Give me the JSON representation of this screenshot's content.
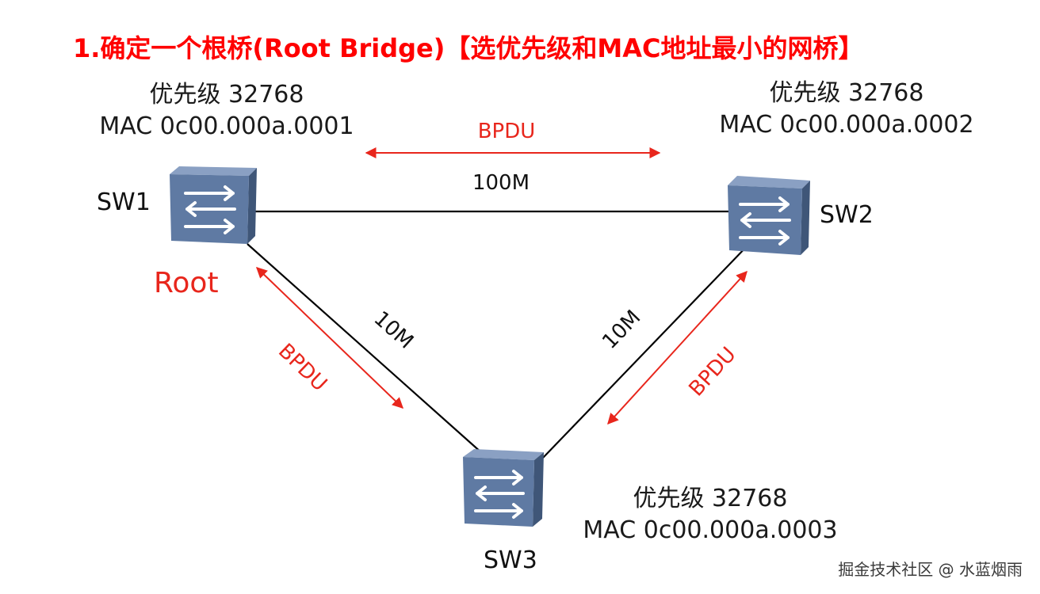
{
  "title": "1.确定一个根桥(Root Bridge)【选优先级和MAC地址最小的网桥】",
  "switches": [
    {
      "name": "SW1",
      "priority": "优先级 32768",
      "mac": "MAC 0c00.000a.0001",
      "role": "Root"
    },
    {
      "name": "SW2",
      "priority": "优先级 32768",
      "mac": "MAC 0c00.000a.0002"
    },
    {
      "name": "SW3",
      "priority": "优先级 32768",
      "mac": "MAC 0c00.000a.0003"
    }
  ],
  "links": {
    "sw1_sw2": {
      "speed": "100M",
      "bpdu": "BPDU"
    },
    "sw1_sw3": {
      "speed": "10M",
      "bpdu": "BPDU"
    },
    "sw2_sw3": {
      "speed": "10M",
      "bpdu": "BPDU"
    }
  },
  "watermark": "掘金技术社区 @ 水蓝烟雨",
  "colors": {
    "title": "#ff0000",
    "bpdu": "#e8261c",
    "switch_face": "#5f7aa3",
    "switch_side": "#3f5678",
    "link": "#000000"
  }
}
